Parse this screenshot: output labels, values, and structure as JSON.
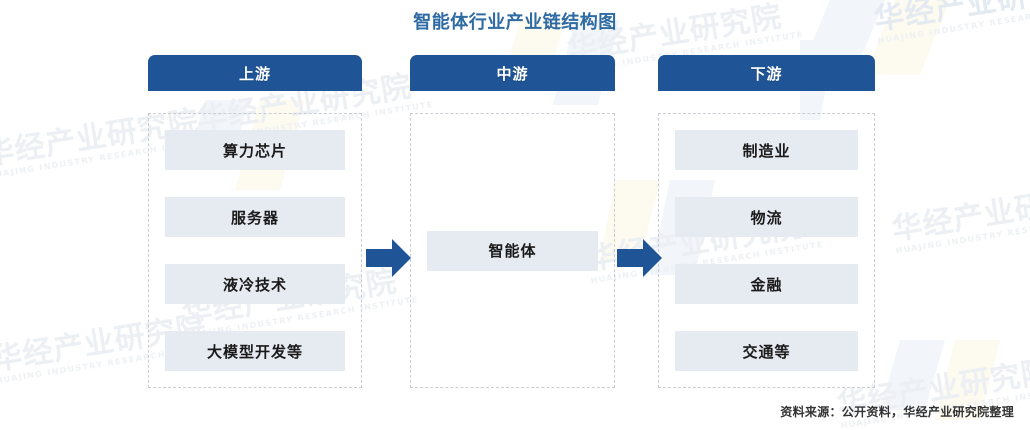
{
  "title": "智能体行业产业链结构图",
  "colors": {
    "header_blue": "#1f5596",
    "title_blue": "#2f6ba3",
    "node_fill": "#e6eaf1",
    "dashed_border": "#c9cdd3",
    "arrow_blue": "#1f5596"
  },
  "columns": [
    {
      "key": "upstream",
      "header": "上游",
      "items": [
        "算力芯片",
        "服务器",
        "液冷技术",
        "大模型开发等"
      ]
    },
    {
      "key": "midstream",
      "header": "中游",
      "items": [
        "智能体"
      ]
    },
    {
      "key": "downstream",
      "header": "下游",
      "items": [
        "制造业",
        "物流",
        "金融",
        "交通等"
      ]
    }
  ],
  "arrows": [
    {
      "name": "arrow-upstream-to-midstream",
      "direction": "right"
    },
    {
      "name": "arrow-midstream-to-downstream",
      "direction": "right"
    }
  ],
  "source_note": "资料来源：公开资料，华经产业研究院整理",
  "watermarks": {
    "cn": "华经产业研究院",
    "en": "HUAJING INDUSTRY RESEARCH INSTITUTE"
  }
}
